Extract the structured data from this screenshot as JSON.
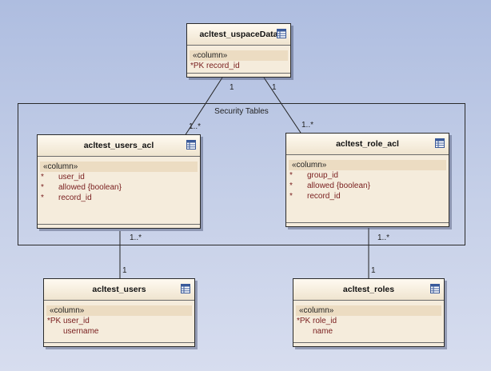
{
  "boundary": {
    "label": "Security Tables"
  },
  "entities": {
    "uspace": {
      "title": "acltest_uspaceData",
      "stereotype": "«column»",
      "rows": [
        {
          "marker": "*PK",
          "name": "record_id"
        }
      ]
    },
    "users_acl": {
      "title": "acltest_users_acl",
      "stereotype": "«column»",
      "rows": [
        {
          "marker": "*",
          "name": "user_id"
        },
        {
          "marker": "*",
          "name": "allowed {boolean}"
        },
        {
          "marker": "*",
          "name": "record_id"
        }
      ]
    },
    "role_acl": {
      "title": "acltest_role_acl",
      "stereotype": "«column»",
      "rows": [
        {
          "marker": "*",
          "name": "group_id"
        },
        {
          "marker": "*",
          "name": "allowed {boolean}"
        },
        {
          "marker": "*",
          "name": "record_id"
        }
      ]
    },
    "users": {
      "title": "acltest_users",
      "stereotype": "«column»",
      "rows": [
        {
          "marker": "*PK",
          "name": "user_id"
        },
        {
          "marker": "",
          "name": "username"
        }
      ]
    },
    "roles": {
      "title": "acltest_roles",
      "stereotype": "«column»",
      "rows": [
        {
          "marker": "*PK",
          "name": "role_id"
        },
        {
          "marker": "",
          "name": "name"
        }
      ]
    }
  },
  "multiplicities": {
    "uspace_left": "1",
    "uspace_right": "1",
    "users_acl_top": "1..*",
    "role_acl_top": "1..*",
    "users_acl_bottom": "1..*",
    "role_acl_bottom": "1..*",
    "users_top": "1",
    "roles_top": "1"
  },
  "colors": {
    "entity_fill": "#f5ecdc",
    "header_fill": "#efe4cf",
    "stereotype_band": "#ecdcc2",
    "attribute_text": "#7a2020",
    "background": "#c6d0e8"
  }
}
